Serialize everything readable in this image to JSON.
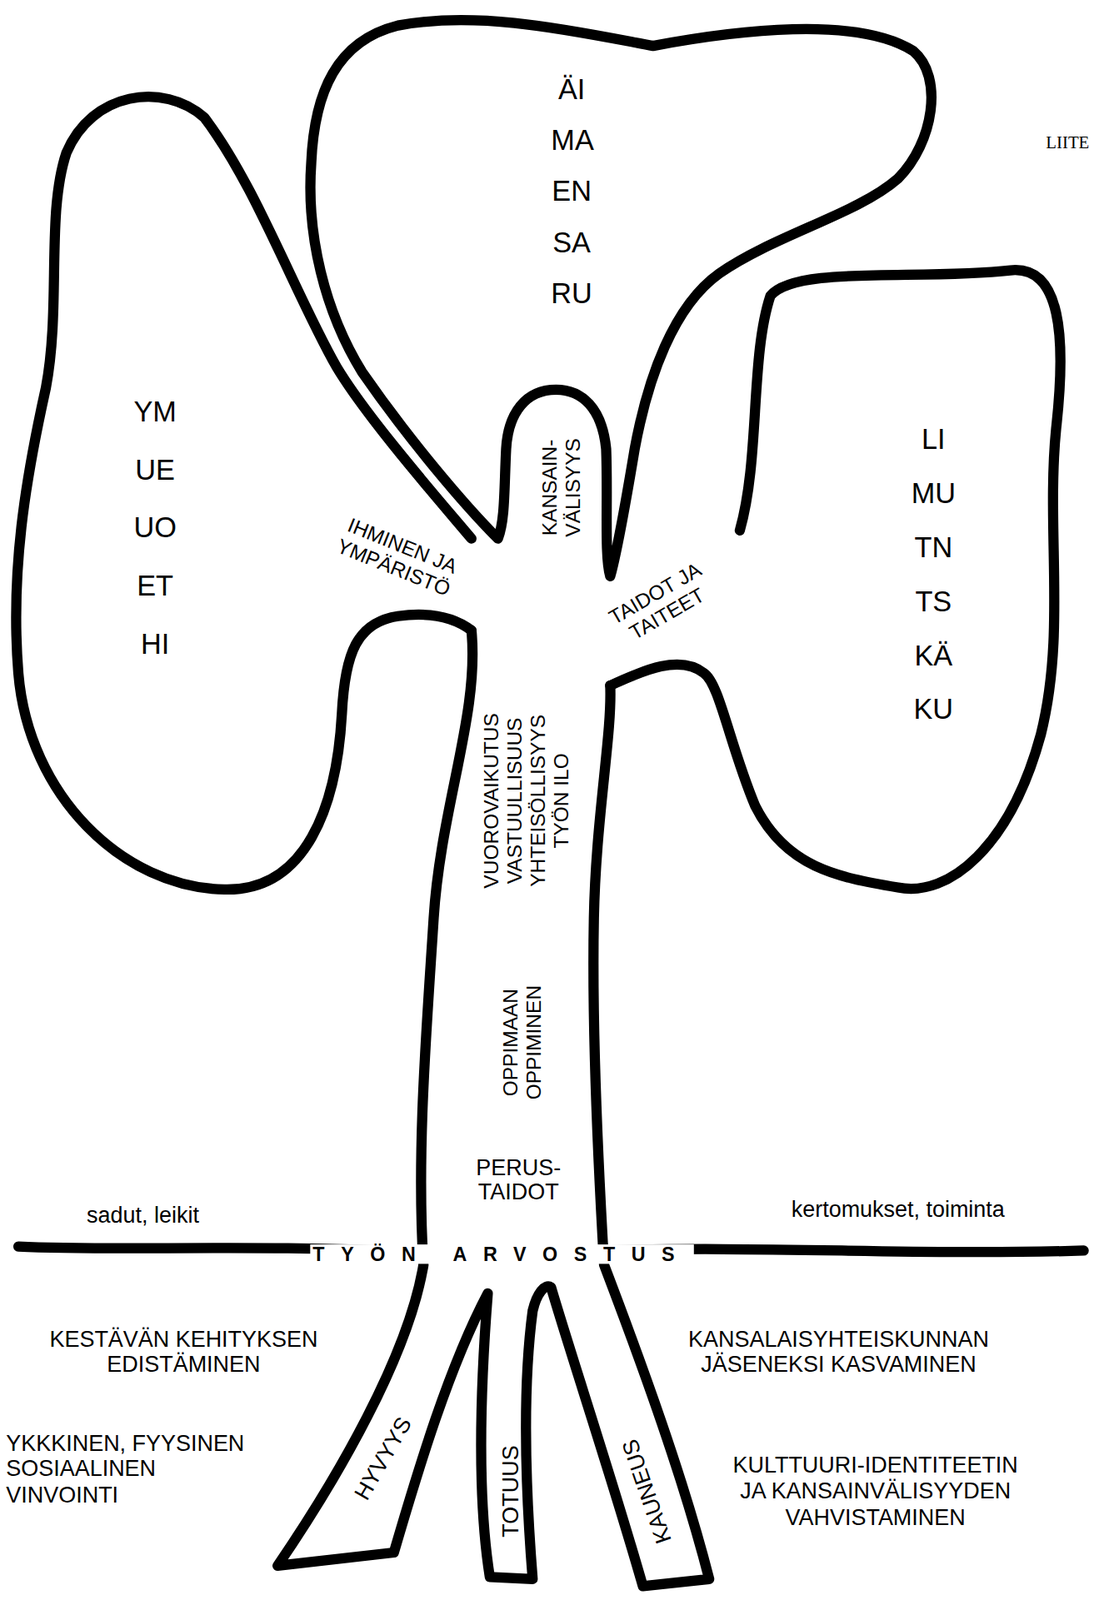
{
  "diagram": {
    "nodes": [
      {
        "text": [
          "ÄI MA EN SA RU"
        ]
      },
      {
        "text": [
          "YM UE UO ET HI"
        ]
      },
      {
        "text": [
          "LI MU TN TS KÄ KU"
        ]
      },
      {
        "text": [
          "KANSAIN- VÄLISYYS",
          "IHMINEN JA YMPÄRISTÖ",
          "TAIDOT JA TAITEET",
          "VUOROVAIKUTUS VASTUULLISUUS YHTEISÖLLISYYS TYÖN ILO",
          "OPPIMAAN OPPIMINEN",
          "PERUS- TAIDOT",
          "HYVYYS",
          "TOTUUS",
          "KAUNEUS"
        ]
      }
    ],
    "labels": [
      "LIITE",
      "sadut, leikit",
      "kertomukset, toiminta",
      "TYÖN ARVOSTUS",
      "KESTÄVÄN KEHITYKSEN EDISTÄMINEN",
      "KANSALAISYHTEISKUNNAN JÄSENEKSI KASVAMINEN",
      "YKKKINEN, FYYSINEN SOSIAALINEN VINVOINTI",
      "KULTTUURI-IDENTITEETIN JA KANSAINVÄLISYYDEN VAHVISTAMINEN"
    ]
  }
}
